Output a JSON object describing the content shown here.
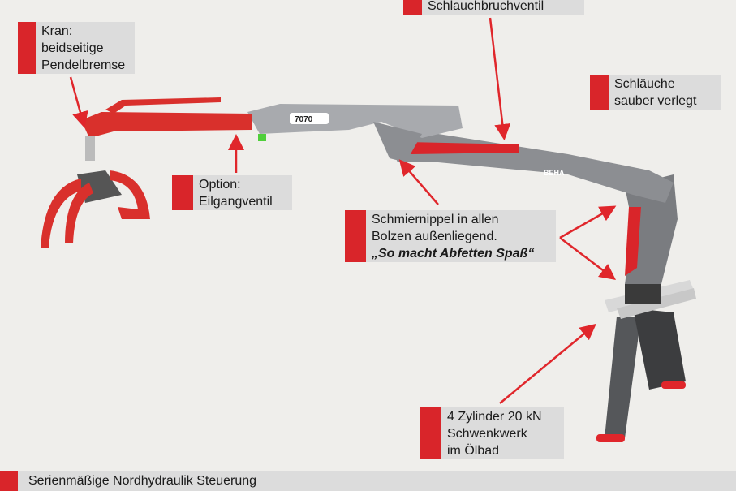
{
  "labels": {
    "kran": [
      "Kran:",
      "beidseitige",
      "Pendelbremse"
    ],
    "schlauchbruch": [
      "Schlauchbruchventil"
    ],
    "schlaeuche": [
      "Schläuche",
      "sauber verlegt"
    ],
    "option": [
      "Option:",
      "Eilgangventil"
    ],
    "schmiernippel": [
      "Schmiernippel in allen",
      "Bolzen außenliegend.",
      "„So macht Abfetten Spaß“"
    ],
    "zylinder": [
      "4 Zylinder 20 kN",
      "Schwenkwerk",
      "im Ölbad"
    ]
  },
  "product": {
    "model": "7070",
    "brand": "BEHA"
  },
  "footer": "Serienmäßige Nordhydraulik Steuerung",
  "colors": {
    "accent": "#d9252a",
    "label_bg": "#dcdcdc",
    "background": "#efeeeb"
  }
}
